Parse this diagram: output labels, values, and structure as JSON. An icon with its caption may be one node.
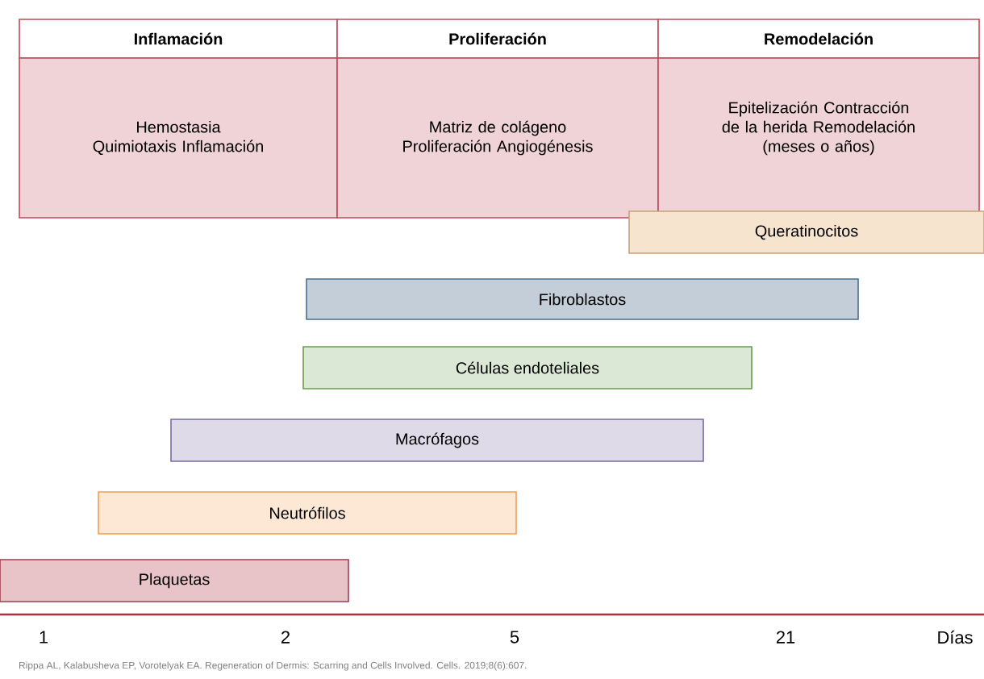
{
  "diagram": {
    "caption": "Rippa AL, Kalabusheva EP, Vorotelyak EA. Regeneration of Dermis: Scarring and Cells Involved. Cells. 2019;8(6):607.",
    "nodes": [
      {
        "text": [
          "Inflamación"
        ]
      },
      {
        "text": [
          "Proliferación"
        ]
      },
      {
        "text": [
          "Remodelación"
        ]
      },
      {
        "text": [
          "Hemostasia Quimiotaxis Inflamación"
        ]
      },
      {
        "text": [
          "Matriz de colágeno Proliferación Angiogénesis"
        ]
      },
      {
        "text": [
          "Epitelización Contracción de la herida Remodelación (meses o años)"
        ]
      },
      {
        "text": [
          "Queratinocitos"
        ]
      },
      {
        "text": [
          "Fibroblastos"
        ]
      },
      {
        "text": [
          "Células endoteliales"
        ]
      },
      {
        "text": [
          "Macrófagos"
        ]
      },
      {
        "text": [
          "Neutrófilos"
        ]
      },
      {
        "text": [
          "Plaquetas"
        ]
      }
    ],
    "labels": [
      "1",
      "2",
      "5",
      "21",
      "Días"
    ]
  }
}
